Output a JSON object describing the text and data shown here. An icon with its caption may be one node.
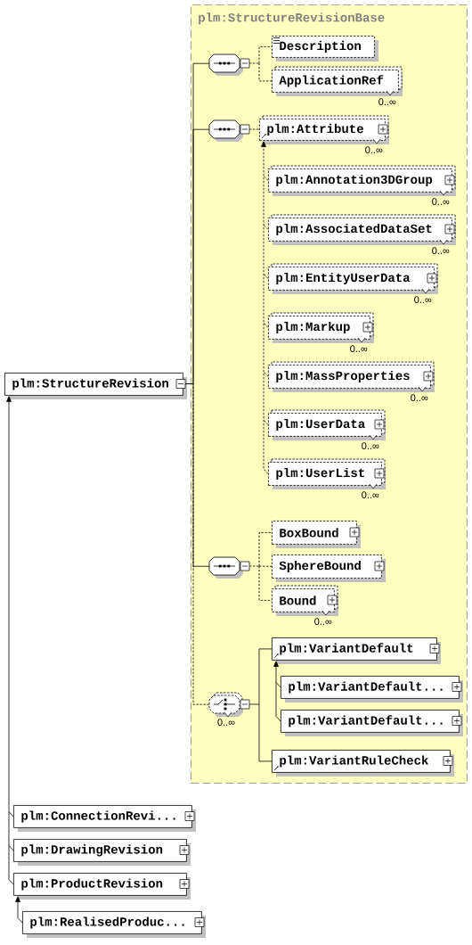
{
  "diagram": {
    "nodes": [
      {
        "text": [
          "plm:StructureRevisionBase"
        ]
      },
      {
        "text": [
          "plm:StructureRevision"
        ]
      },
      {
        "text": [],
        "shape": "octagon",
        "in": 0
      },
      {
        "text": [
          "Description"
        ],
        "in": 0
      },
      {
        "text": [
          "ApplicationRef"
        ],
        "in": 0,
        "beside": [
          "0..∞"
        ]
      },
      {
        "text": [],
        "shape": "octagon",
        "in": 0
      },
      {
        "text": [
          "plm:Attribute"
        ],
        "in": 0,
        "beside": [
          "0..∞"
        ]
      },
      {
        "text": [
          "plm:Annotation3DGroup"
        ],
        "in": 0,
        "beside": [
          "0..∞"
        ]
      },
      {
        "text": [
          "plm:AssociatedDataSet"
        ],
        "in": 0,
        "beside": [
          "0..∞"
        ]
      },
      {
        "text": [
          "plm:EntityUserData"
        ],
        "in": 0,
        "beside": [
          "0..∞"
        ]
      },
      {
        "text": [
          "plm:Markup"
        ],
        "in": 0,
        "beside": [
          "0..∞"
        ]
      },
      {
        "text": [
          "plm:MassProperties"
        ],
        "in": 0,
        "beside": [
          "0..∞"
        ]
      },
      {
        "text": [
          "plm:UserData"
        ],
        "in": 0,
        "beside": [
          "0..∞"
        ]
      },
      {
        "text": [
          "plm:UserList"
        ],
        "in": 0,
        "beside": [
          "0..∞"
        ]
      },
      {
        "text": [],
        "shape": "octagon",
        "in": 0
      },
      {
        "text": [
          "BoxBound"
        ],
        "in": 0
      },
      {
        "text": [
          "SphereBound"
        ],
        "in": 0
      },
      {
        "text": [
          "Bound"
        ],
        "in": 0,
        "beside": [
          "0..∞"
        ]
      },
      {
        "text": [],
        "shape": "octagon",
        "in": 0,
        "beside": [
          "0..∞"
        ]
      },
      {
        "text": [
          "plm:VariantDefault"
        ],
        "in": 0
      },
      {
        "text": [
          "plm:VariantDefault..."
        ],
        "in": 0
      },
      {
        "text": [
          "plm:VariantDefault..."
        ],
        "in": 0
      },
      {
        "text": [
          "plm:VariantRuleCheck"
        ],
        "in": 0
      },
      {
        "text": [
          "plm:ConnectionRevi..."
        ]
      },
      {
        "text": [
          "plm:DrawingRevision"
        ]
      },
      {
        "text": [
          "plm:ProductRevision"
        ]
      },
      {
        "text": [
          "plm:RealisedProduc..."
        ]
      }
    ],
    "edges": [
      {
        "from": 1,
        "to": 2,
        "arrow": "none"
      },
      {
        "from": 1,
        "to": 5,
        "arrow": "none"
      },
      {
        "from": 1,
        "to": 14,
        "arrow": "none"
      },
      {
        "from": 1,
        "to": 18,
        "arrow": "none",
        "style": "dashed"
      },
      {
        "from": 2,
        "to": 3,
        "arrow": "none",
        "style": "dashed"
      },
      {
        "from": 2,
        "to": 4,
        "arrow": "none",
        "style": "dashed"
      },
      {
        "from": 5,
        "to": 6,
        "arrow": "none",
        "style": "dashed"
      },
      {
        "from": 7,
        "to": 6,
        "arrow": "to",
        "style": "dashed"
      },
      {
        "from": 8,
        "to": 6,
        "arrow": "to",
        "style": "dashed"
      },
      {
        "from": 9,
        "to": 6,
        "arrow": "to",
        "style": "dashed"
      },
      {
        "from": 10,
        "to": 6,
        "arrow": "to",
        "style": "dashed"
      },
      {
        "from": 11,
        "to": 6,
        "arrow": "to",
        "style": "dashed"
      },
      {
        "from": 12,
        "to": 6,
        "arrow": "to",
        "style": "dashed"
      },
      {
        "from": 13,
        "to": 6,
        "arrow": "to",
        "style": "dashed"
      },
      {
        "from": 14,
        "to": 15,
        "arrow": "none",
        "style": "dashed"
      },
      {
        "from": 14,
        "to": 16,
        "arrow": "none",
        "style": "dashed"
      },
      {
        "from": 14,
        "to": 17,
        "arrow": "none",
        "style": "dashed"
      },
      {
        "from": 18,
        "to": 19,
        "arrow": "none"
      },
      {
        "from": 20,
        "to": 19,
        "arrow": "to"
      },
      {
        "from": 21,
        "to": 19,
        "arrow": "to"
      },
      {
        "from": 18,
        "to": 22,
        "arrow": "none"
      },
      {
        "from": 23,
        "to": 1,
        "arrow": "to"
      },
      {
        "from": 24,
        "to": 1,
        "arrow": "to"
      },
      {
        "from": 25,
        "to": 1,
        "arrow": "to"
      },
      {
        "from": 26,
        "to": 25,
        "arrow": "to"
      }
    ]
  }
}
